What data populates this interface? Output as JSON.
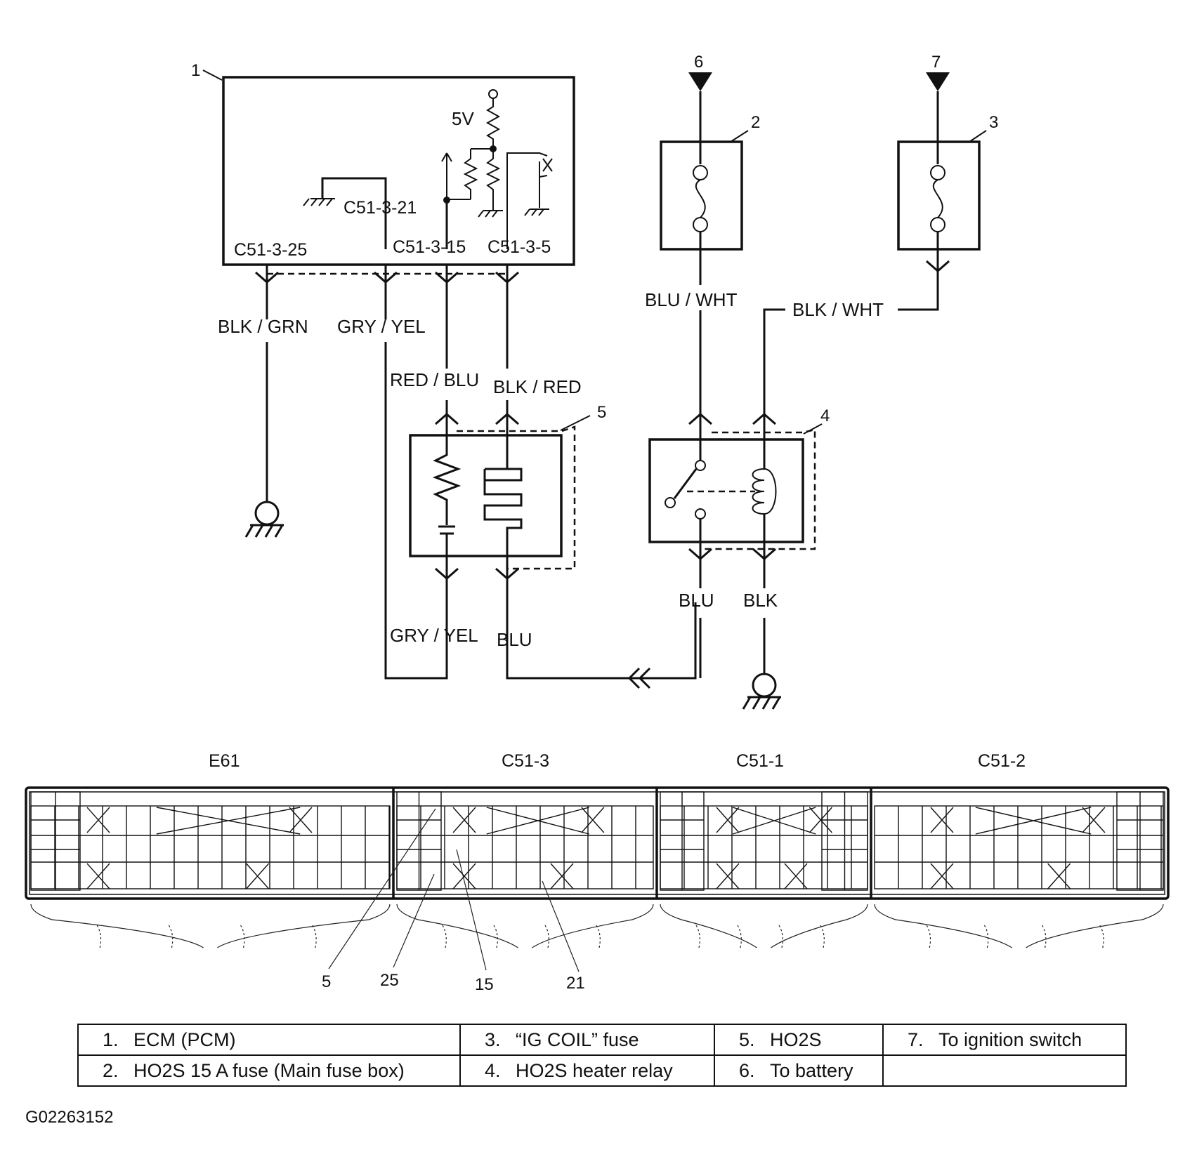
{
  "figure_id": "G02263152",
  "callouts": {
    "ecm": "1",
    "fuse_main": "2",
    "fuse_ig": "3",
    "relay": "4",
    "ho2s": "5",
    "battery": "6",
    "ignition": "7"
  },
  "ecm": {
    "supply_label": "5V",
    "terminals": {
      "t25": "C51-3-25",
      "t21": "C51-3-21",
      "t15": "C51-3-15",
      "t5": "C51-3-5"
    }
  },
  "wires": {
    "blk_grn": "BLK / GRN",
    "gry_yel_top": "GRY / YEL",
    "red_blu": "RED / BLU",
    "blk_red": "BLK / RED",
    "gry_yel_bottom": "GRY / YEL",
    "blu_sensor": "BLU",
    "blu_wht": "BLU / WHT",
    "blk_wht": "BLK / WHT",
    "blu_relay": "BLU",
    "blk_relay": "BLK"
  },
  "connectors": {
    "headers": [
      "E61",
      "C51-3",
      "C51-1",
      "C51-2"
    ],
    "pin_callouts": [
      "5",
      "25",
      "15",
      "21"
    ]
  },
  "legend": [
    [
      {
        "num": "1.",
        "text": "ECM (PCM)"
      },
      {
        "num": "3.",
        "text": "“IG COIL” fuse"
      },
      {
        "num": "5.",
        "text": "HO2S"
      },
      {
        "num": "7.",
        "text": "To ignition switch"
      }
    ],
    [
      {
        "num": "2.",
        "text": "HO2S 15 A fuse (Main fuse box)"
      },
      {
        "num": "4.",
        "text": "HO2S heater relay"
      },
      {
        "num": "6.",
        "text": "To battery"
      },
      {
        "num": "",
        "text": ""
      }
    ]
  ]
}
